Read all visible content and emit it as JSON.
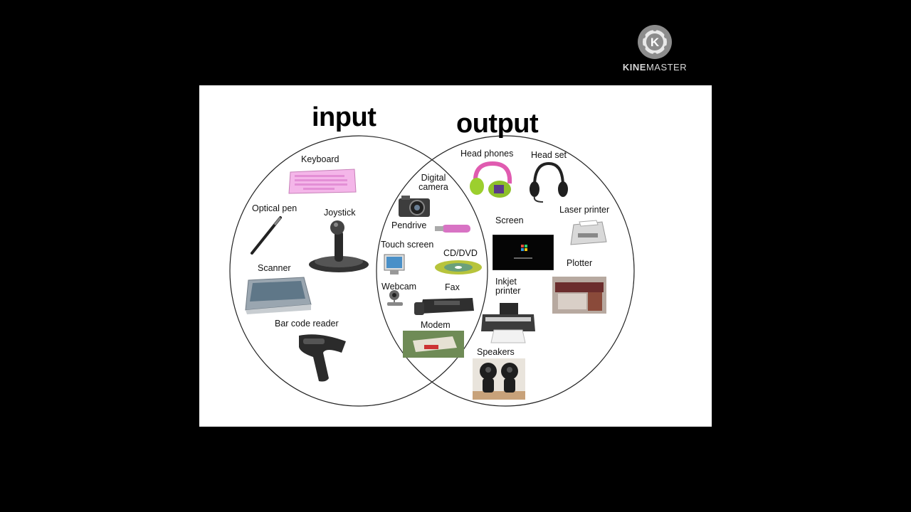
{
  "watermark": {
    "name_part1": "KINE",
    "name_part2": "MASTER",
    "logo_letter": "K"
  },
  "diagram": {
    "input_title": "input",
    "output_title": "output",
    "input_items": [
      "Keyboard",
      "Optical pen",
      "Joystick",
      "Scanner",
      "Bar code reader"
    ],
    "shared_items": [
      "Digital camera",
      "Pendrive",
      "Touch screen",
      "CD/DVD",
      "Webcam",
      "Fax",
      "Modem"
    ],
    "output_items": [
      "Head phones",
      "Head set",
      "Laser printer",
      "Screen",
      "Plotter",
      "Inkjet printer",
      "Speakers"
    ],
    "labels": {
      "keyboard": "Keyboard",
      "optical_pen": "Optical pen",
      "joystick": "Joystick",
      "scanner": "Scanner",
      "bar_code_reader": "Bar code reader",
      "digital_camera_l1": "Digital",
      "digital_camera_l2": "camera",
      "pendrive": "Pendrive",
      "touch_screen": "Touch screen",
      "cd_dvd": "CD/DVD",
      "webcam": "Webcam",
      "fax": "Fax",
      "modem": "Modem",
      "head_phones": "Head phones",
      "head_set": "Head set",
      "laser_printer": "Laser printer",
      "screen": "Screen",
      "plotter": "Plotter",
      "inkjet_printer_l1": "Inkjet",
      "inkjet_printer_l2": "printer",
      "speakers": "Speakers"
    }
  }
}
